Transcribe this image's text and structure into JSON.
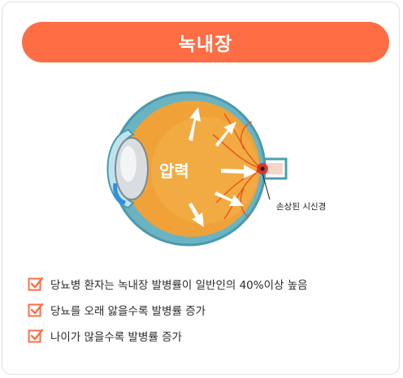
{
  "title": "녹내장",
  "illustration": {
    "pressure_label": "압력",
    "damage_label": "손상된 시신경"
  },
  "list": [
    {
      "text": "당뇨병 환자는 녹내장 발병률이 일반인의 40%이상 높음"
    },
    {
      "text": "당뇨를 오래 앓을수록 발병률 증가"
    },
    {
      "text": "나이가 많을수록 발병률 증가"
    }
  ],
  "colors": {
    "accent": "#ff6d45",
    "sclera": "#4c9fb0",
    "interior": "#f0a238",
    "damage": "#e8261a"
  }
}
